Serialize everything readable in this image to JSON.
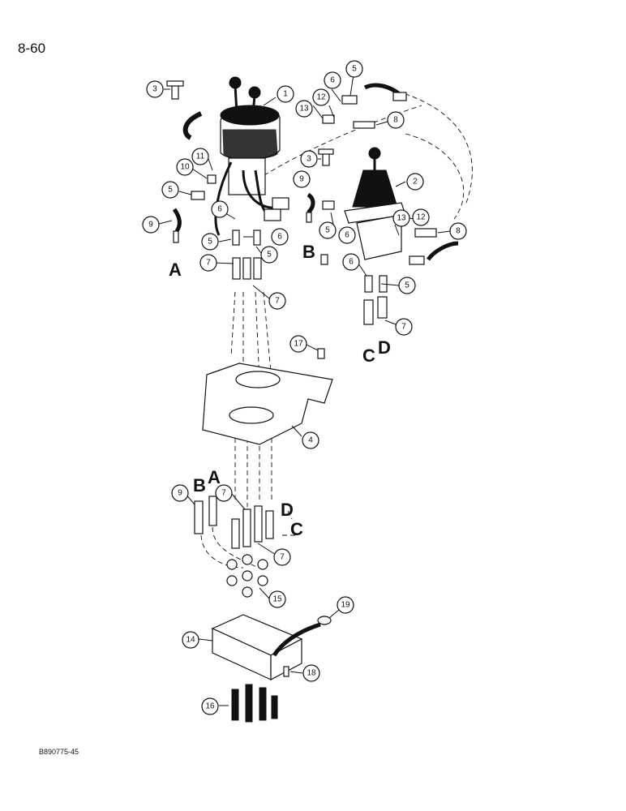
{
  "page_number": "8-60",
  "document_code": "B890775-45",
  "callouts": [
    {
      "id": "c1",
      "label": "1"
    },
    {
      "id": "c2",
      "label": "2"
    },
    {
      "id": "c3a",
      "label": "3"
    },
    {
      "id": "c3b",
      "label": "3"
    },
    {
      "id": "c4",
      "label": "4"
    },
    {
      "id": "c5a",
      "label": "5"
    },
    {
      "id": "c5b",
      "label": "5"
    },
    {
      "id": "c5c",
      "label": "5"
    },
    {
      "id": "c5d",
      "label": "5"
    },
    {
      "id": "c5e",
      "label": "5"
    },
    {
      "id": "c5f",
      "label": "5"
    },
    {
      "id": "c6a",
      "label": "6"
    },
    {
      "id": "c6b",
      "label": "6"
    },
    {
      "id": "c6c",
      "label": "6"
    },
    {
      "id": "c6d",
      "label": "6"
    },
    {
      "id": "c6e",
      "label": "6"
    },
    {
      "id": "c7a",
      "label": "7"
    },
    {
      "id": "c7b",
      "label": "7"
    },
    {
      "id": "c7c",
      "label": "7"
    },
    {
      "id": "c7d",
      "label": "7"
    },
    {
      "id": "c7e",
      "label": "7"
    },
    {
      "id": "c8a",
      "label": "8"
    },
    {
      "id": "c8b",
      "label": "8"
    },
    {
      "id": "c9a",
      "label": "9"
    },
    {
      "id": "c9b",
      "label": "9"
    },
    {
      "id": "c9c",
      "label": "9"
    },
    {
      "id": "c10",
      "label": "10"
    },
    {
      "id": "c11",
      "label": "11"
    },
    {
      "id": "c12a",
      "label": "12"
    },
    {
      "id": "c12b",
      "label": "12"
    },
    {
      "id": "c13a",
      "label": "13"
    },
    {
      "id": "c13b",
      "label": "13"
    },
    {
      "id": "c14",
      "label": "14"
    },
    {
      "id": "c15",
      "label": "15"
    },
    {
      "id": "c16",
      "label": "16"
    },
    {
      "id": "c17",
      "label": "17"
    },
    {
      "id": "c18",
      "label": "18"
    },
    {
      "id": "c19",
      "label": "19"
    }
  ],
  "port_letters": [
    {
      "id": "pA1",
      "label": "A"
    },
    {
      "id": "pB1",
      "label": "B"
    },
    {
      "id": "pC1",
      "label": "C"
    },
    {
      "id": "pD1",
      "label": "D"
    },
    {
      "id": "pB2",
      "label": "B"
    },
    {
      "id": "pA2",
      "label": "A"
    },
    {
      "id": "pD2",
      "label": "D"
    },
    {
      "id": "pC2",
      "label": "C"
    }
  ]
}
